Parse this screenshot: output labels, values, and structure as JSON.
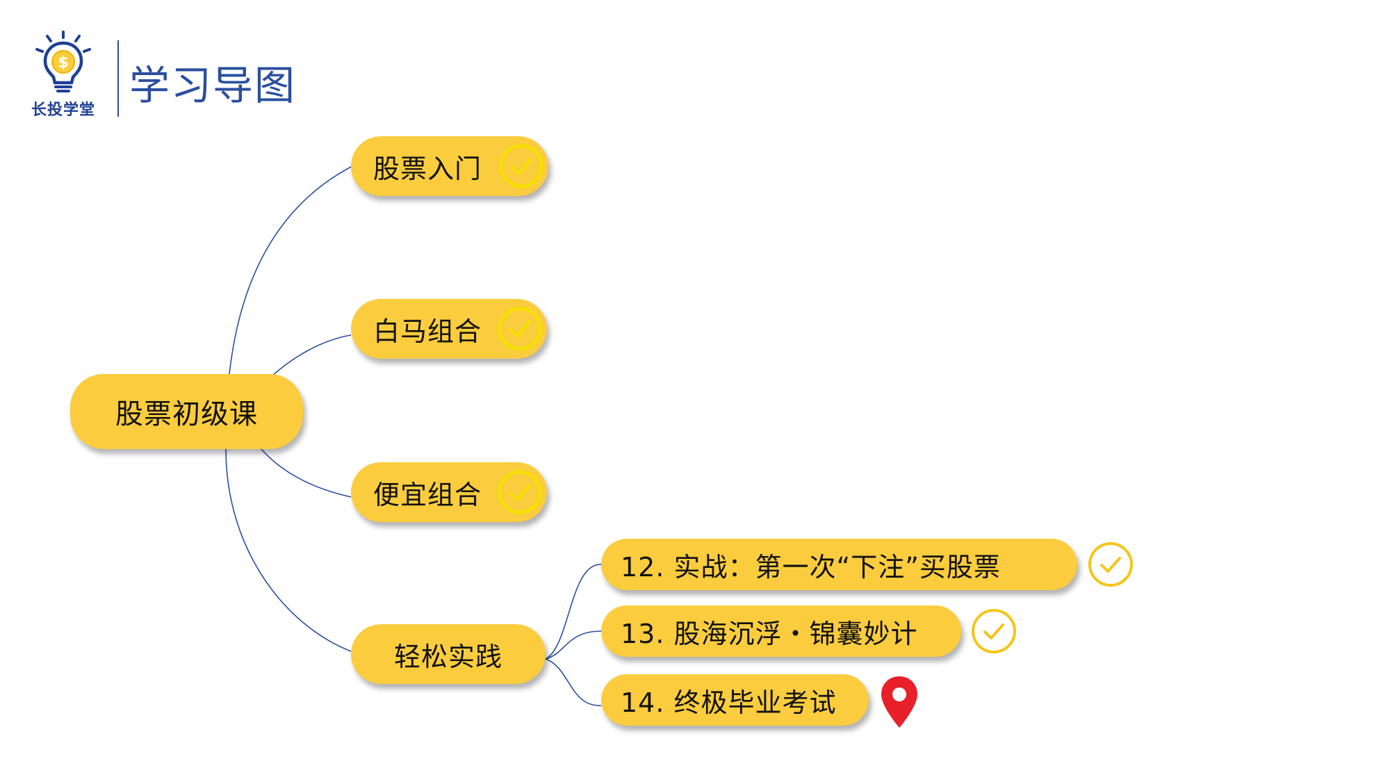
{
  "header": {
    "brand_name": "长投学堂",
    "page_title": "学习导图"
  },
  "mindmap": {
    "root": {
      "label": "股票初级课"
    },
    "branches": [
      {
        "label": "股票入门",
        "status": "done"
      },
      {
        "label": "白马组合",
        "status": "done"
      },
      {
        "label": "便宜组合",
        "status": "done"
      },
      {
        "label": "轻松实践",
        "children": [
          {
            "label": "12. 实战：第一次“下注”买股票",
            "status": "done"
          },
          {
            "label": "13. 股海沉浮・锦囊妙计",
            "status": "done"
          },
          {
            "label": "14. 终极毕业考试",
            "status": "current"
          }
        ]
      }
    ]
  },
  "colors": {
    "node_fill": "#fbcc3e",
    "check_color": "#f5c518",
    "connector_color": "#2a4ea0",
    "title_color": "#2a4ea0",
    "pin_color": "#e8202a"
  },
  "icons": {
    "logo": "lightbulb-dollar-icon",
    "done": "check-circle-icon",
    "current": "location-pin-icon"
  }
}
